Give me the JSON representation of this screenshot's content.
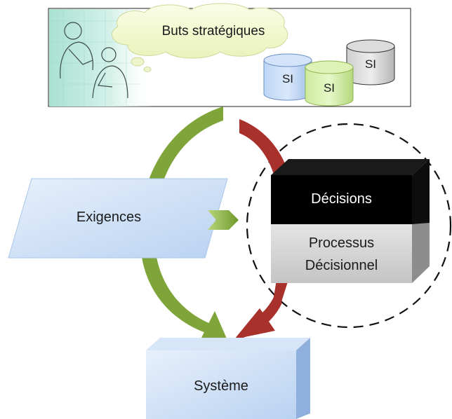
{
  "top_panel": {
    "thought_bubble": "Buts stratégiques",
    "cylinders": [
      "SI",
      "SI",
      "SI"
    ]
  },
  "requirements_box": "Exigences",
  "decision_block": {
    "top_label": "Décisions",
    "bottom_label_line1": "Processus",
    "bottom_label_line2": "Décisionnel"
  },
  "system_box": "Système",
  "colors": {
    "green_arrow": "#7FA53A",
    "red_arrow": "#A8312C",
    "blue_fill": "#CFE1F8",
    "black_block": "#000000",
    "gray_block": "#D2D2D2"
  }
}
